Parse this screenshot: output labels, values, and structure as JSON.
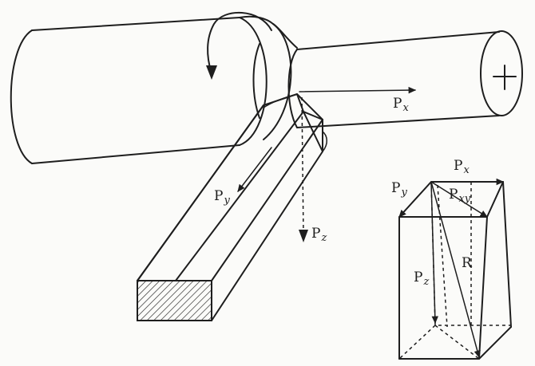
{
  "labels": {
    "px": {
      "main": "P",
      "sub": "x"
    },
    "py": {
      "main": "P",
      "sub": "y"
    },
    "pz": {
      "main": "P",
      "sub": "z"
    },
    "box_px": {
      "main": "P",
      "sub": "x"
    },
    "box_py": {
      "main": "P",
      "sub": "y"
    },
    "box_pxy": {
      "main": "P",
      "sub": "xy"
    },
    "box_pz": {
      "main": "P",
      "sub": "z"
    },
    "box_r": "R"
  },
  "icons": [
    "rotation-arrow-icon",
    "center-cross-icon"
  ],
  "colors": {
    "ink": "#1e1e1e",
    "paper": "#fbfbf9"
  }
}
